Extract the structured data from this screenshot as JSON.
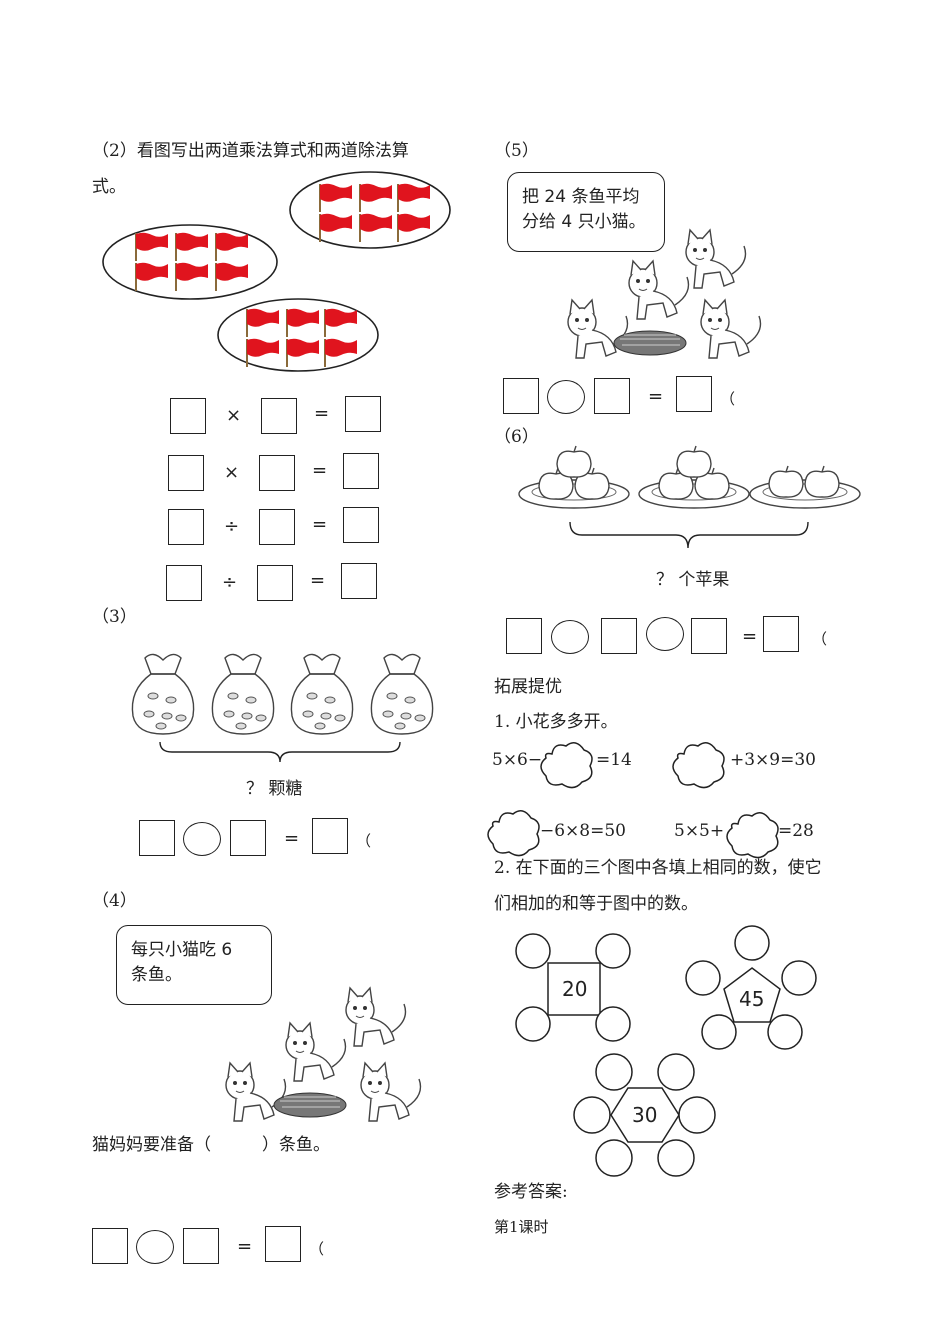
{
  "q2": {
    "text_line1": "（2）看图写出两道乘法算式和两道除法算",
    "text_line2": "式。",
    "times": "×",
    "divide": "÷",
    "equals": "="
  },
  "q3": {
    "label": "（3）",
    "caption": "？ 颗糖",
    "equals": "="
  },
  "q4": {
    "label": "（4）",
    "bubble_line1": "每只小猫吃 6",
    "bubble_line2": "条鱼。",
    "sentence": "猫妈妈要准备（　　　）条鱼。",
    "equals": "="
  },
  "q5": {
    "label": "（5）",
    "bubble_line1": "把 24 条鱼平均",
    "bubble_line2": "分给 4 只小猫。",
    "equals": "="
  },
  "q6": {
    "label": "（6）",
    "caption": "？ 个苹果",
    "equals": "="
  },
  "extension": {
    "heading": "拓展提优",
    "p1_title": "1. 小花多多开。",
    "eq1_left": "5×6−",
    "eq1_right": "=14",
    "eq2_right": "+3×9=30",
    "eq3_right": "−6×8=50",
    "eq4_left": "5×5+",
    "eq4_right": "=28",
    "p2_line1": "2. 在下面的三个图中各填上相同的数，使它",
    "p2_line2": "们相加的和等于图中的数。",
    "square_value": "20",
    "pentagon_value": "45",
    "hexagon_value": "30"
  },
  "answers": {
    "heading": "参考答案:",
    "lesson": "第1课时"
  },
  "paren": "（"
}
